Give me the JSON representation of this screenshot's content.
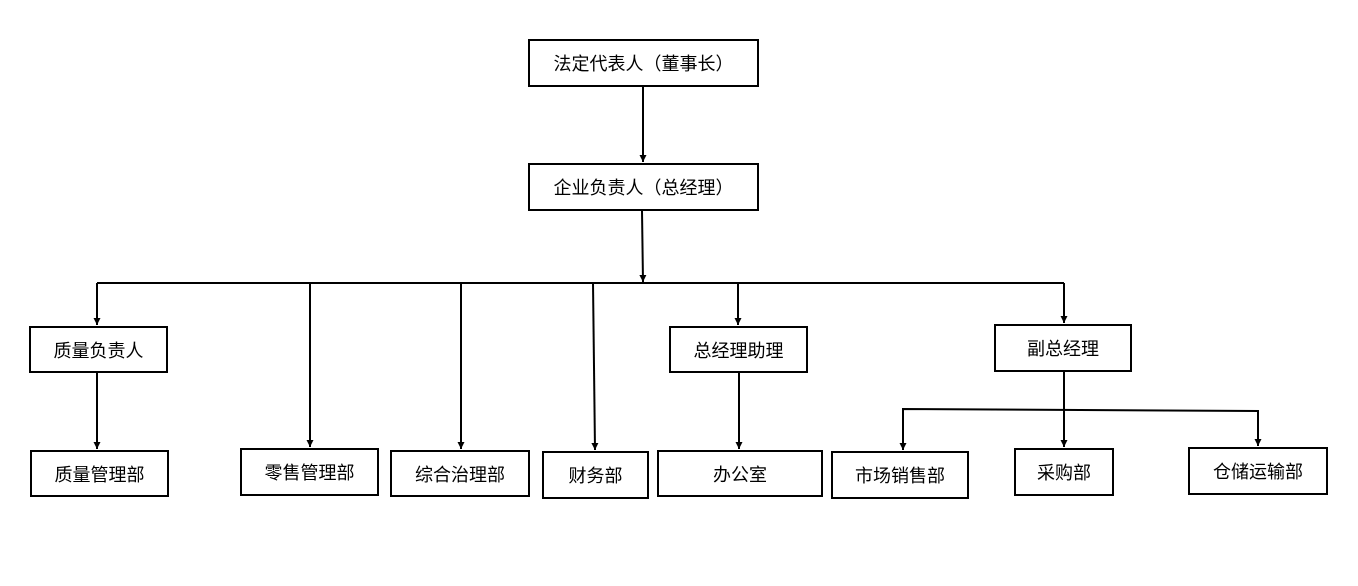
{
  "diagram": {
    "nodes": {
      "chairman": "法定代表人（董事长）",
      "general_manager": "企业负责人（总经理）",
      "quality_head": "质量负责人",
      "gm_assistant": "总经理助理",
      "deputy_gm": "副总经理",
      "quality_dept": "质量管理部",
      "retail_dept": "零售管理部",
      "general_dept": "综合治理部",
      "finance_dept": "财务部",
      "office": "办公室",
      "marketing_dept": "市场销售部",
      "purchase_dept": "采购部",
      "logistics_dept": "仓储运输部"
    },
    "edges": [
      [
        "chairman",
        "general_manager"
      ],
      [
        "general_manager",
        "quality_head"
      ],
      [
        "general_manager",
        "retail_dept"
      ],
      [
        "general_manager",
        "general_dept"
      ],
      [
        "general_manager",
        "finance_dept"
      ],
      [
        "general_manager",
        "gm_assistant"
      ],
      [
        "general_manager",
        "deputy_gm"
      ],
      [
        "quality_head",
        "quality_dept"
      ],
      [
        "gm_assistant",
        "office"
      ],
      [
        "deputy_gm",
        "marketing_dept"
      ],
      [
        "deputy_gm",
        "purchase_dept"
      ],
      [
        "deputy_gm",
        "logistics_dept"
      ]
    ],
    "colors": {
      "line": "#000000",
      "box_border": "#000000",
      "background": "#ffffff"
    }
  }
}
